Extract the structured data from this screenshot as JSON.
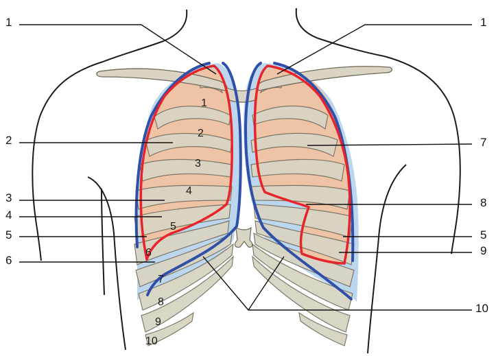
{
  "colors": {
    "outline": "#1a1a1a",
    "bone_fill": "#d9d4c3",
    "bone_shade": "#a8a391",
    "lung": "#efc3a6",
    "pleura_space": "#bcd6ee",
    "pleura_line": "#e8242b",
    "lung_border_line": "#2f4fa8",
    "leader": "#111111"
  },
  "callouts_left": [
    "1",
    "2",
    "3",
    "4",
    "5",
    "6"
  ],
  "callouts_right": [
    "1",
    "7",
    "8",
    "5",
    "9",
    "10"
  ],
  "ribs_left": [
    "1",
    "2",
    "3",
    "4",
    "5",
    "6",
    "7",
    "8",
    "9",
    "10"
  ]
}
